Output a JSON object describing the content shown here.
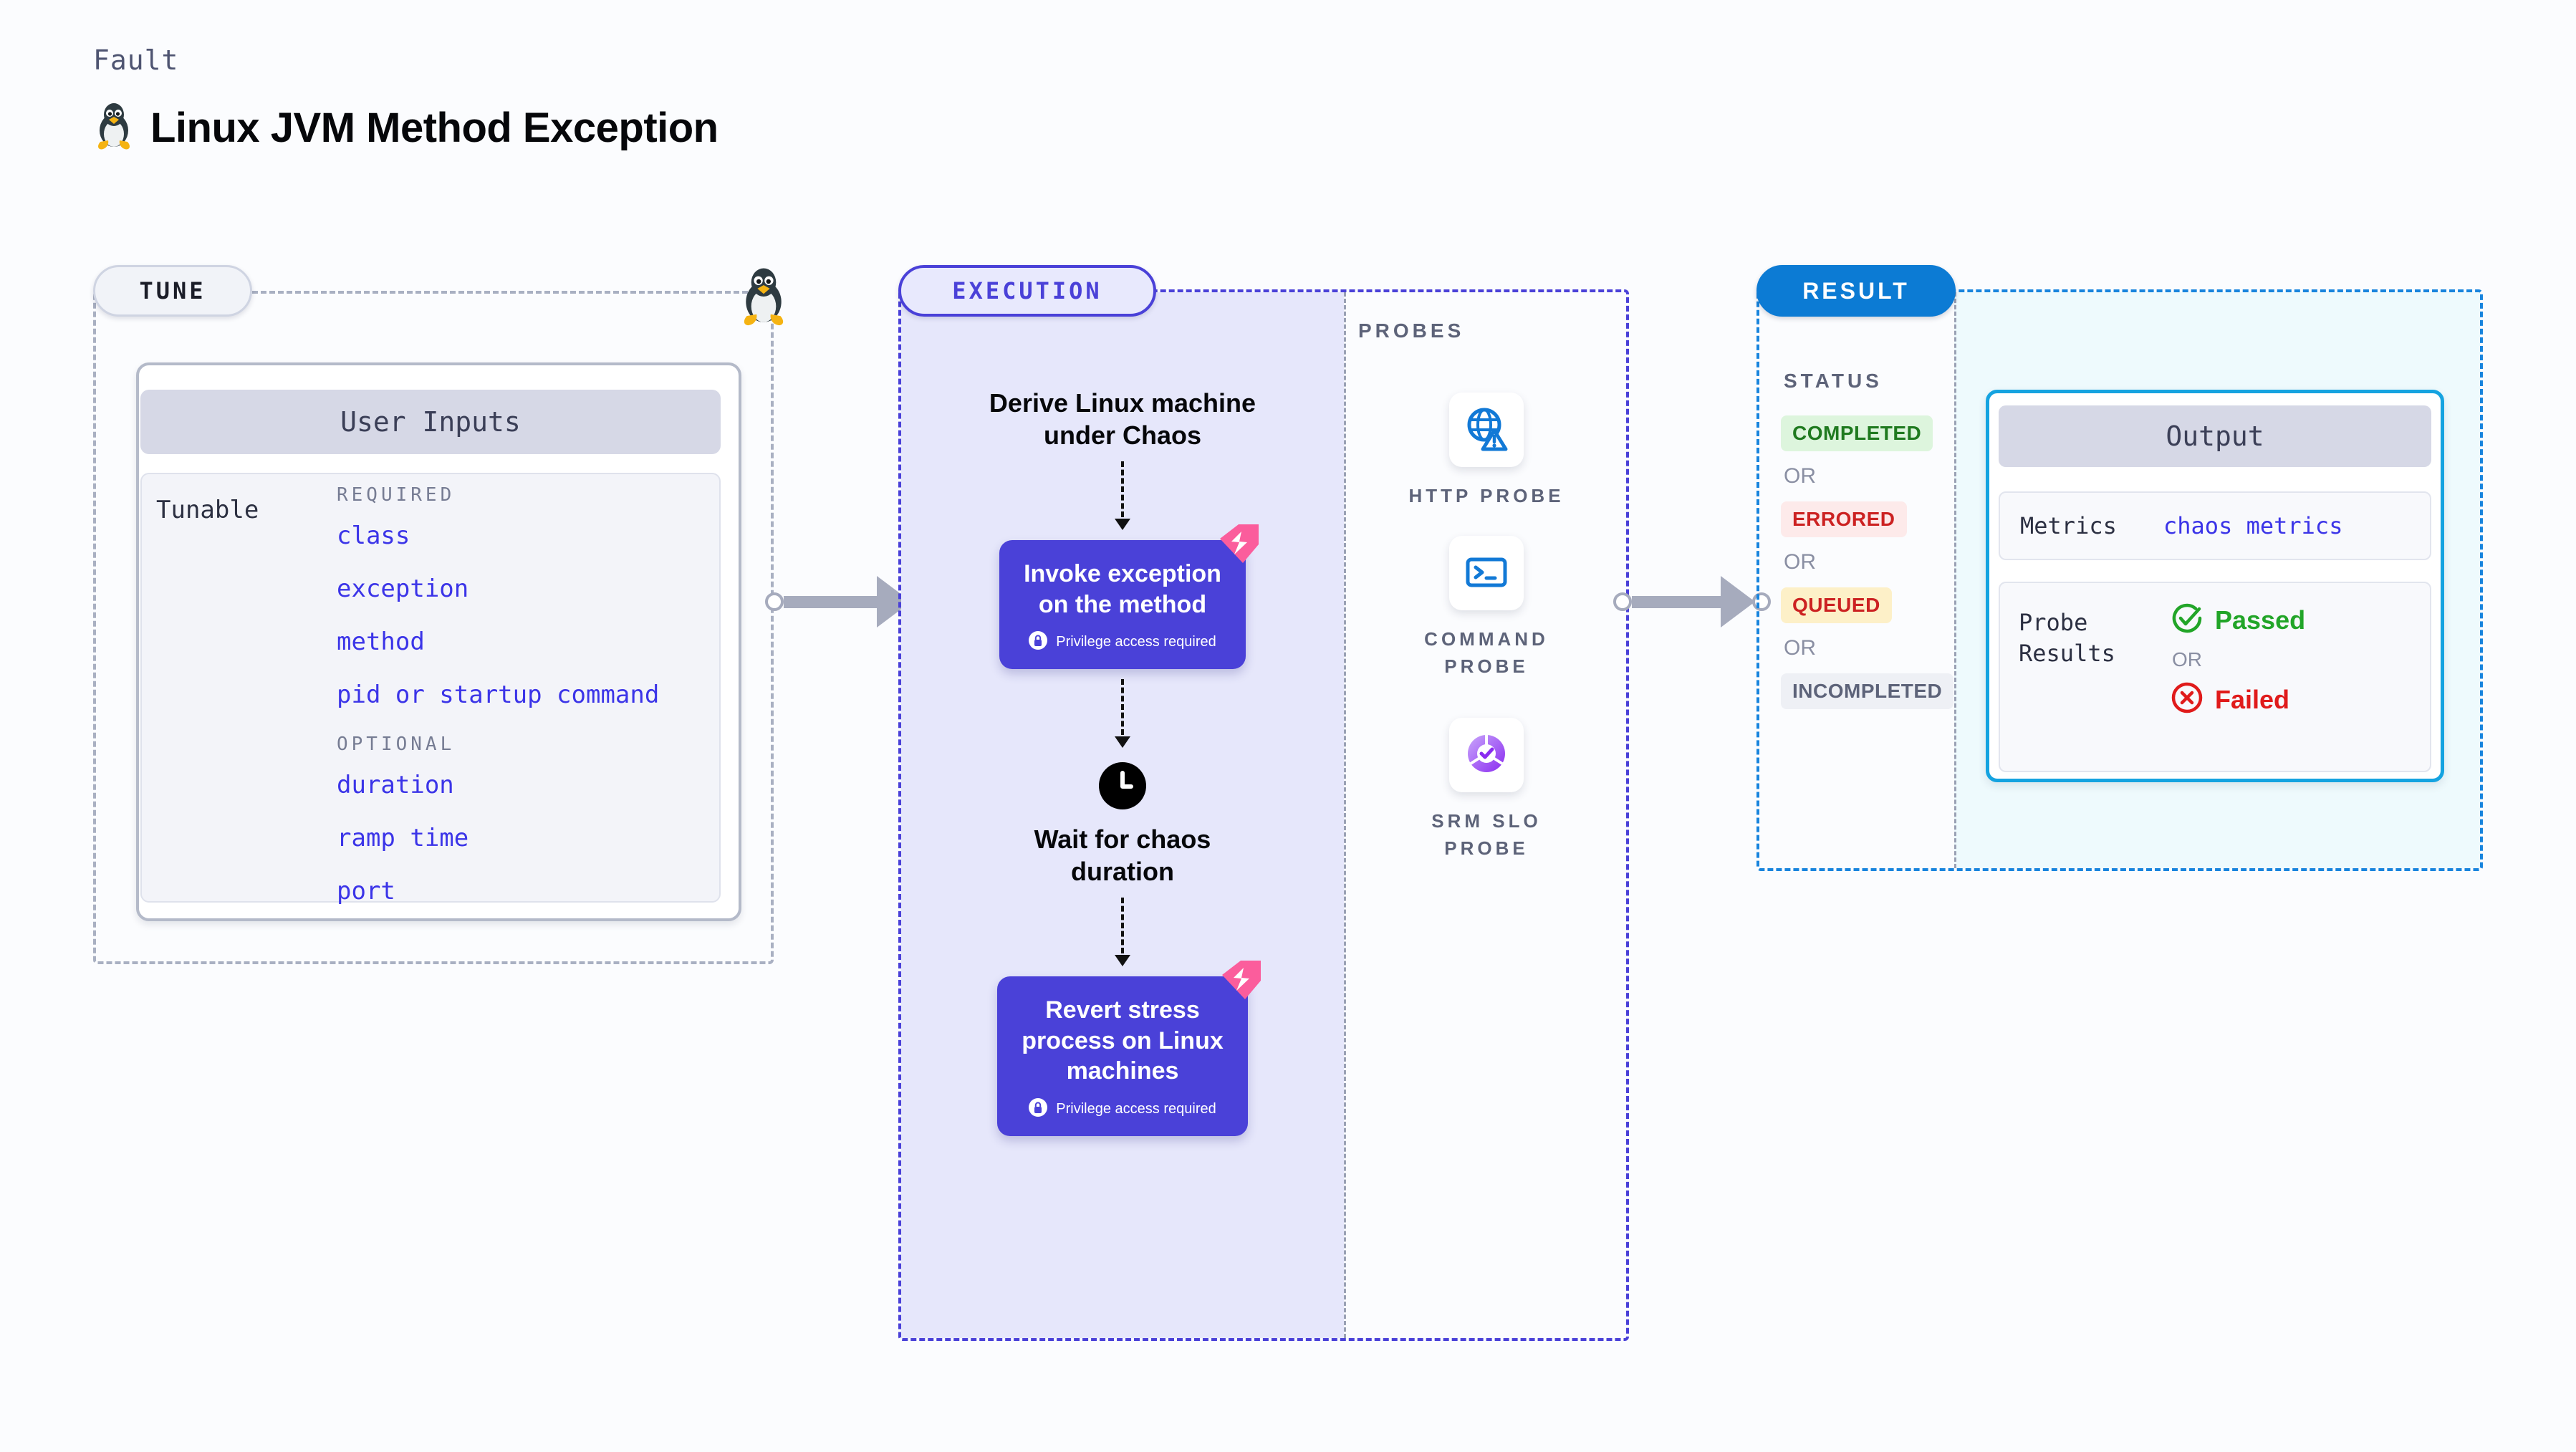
{
  "header": {
    "kicker": "Fault",
    "title": "Linux JVM Method Exception",
    "icon": "linux-tux-icon"
  },
  "tune": {
    "badge": "TUNE",
    "card_header": "User Inputs",
    "tunable_label": "Tunable",
    "groups": [
      {
        "heading": "REQUIRED",
        "items": [
          "class",
          "exception",
          "method",
          "pid or startup command"
        ]
      },
      {
        "heading": "OPTIONAL",
        "items": [
          "duration",
          "ramp time",
          "port"
        ]
      }
    ]
  },
  "execution": {
    "badge": "EXECUTION",
    "steps": [
      {
        "type": "text",
        "label": "Derive Linux machine\nunder Chaos"
      },
      {
        "type": "node",
        "label": "Invoke exception\non the method",
        "privilege": "Privilege access required"
      },
      {
        "type": "wait",
        "label": "Wait for chaos\nduration",
        "icon": "clock-icon"
      },
      {
        "type": "node",
        "label": "Revert stress\nprocess on Linux\nmachines",
        "privilege": "Privilege access required"
      }
    ]
  },
  "probes": {
    "label": "PROBES",
    "items": [
      {
        "name": "HTTP PROBE",
        "icon": "globe-warning-icon"
      },
      {
        "name": "COMMAND PROBE",
        "icon": "terminal-icon"
      },
      {
        "name": "SRM SLO PROBE",
        "icon": "slo-donut-check-icon"
      }
    ]
  },
  "result": {
    "badge": "RESULT",
    "status_label": "STATUS",
    "or_text": "OR",
    "statuses": [
      {
        "label": "COMPLETED",
        "bg": "#ddf5dd",
        "fg": "#1f7a1f"
      },
      {
        "label": "ERRORED",
        "bg": "#fdeaea",
        "fg": "#cc2222"
      },
      {
        "label": "QUEUED",
        "bg": "#fdf0c8",
        "fg": "#cc2222"
      },
      {
        "label": "INCOMPLETED",
        "bg": "#eef0f5",
        "fg": "#5d6379"
      }
    ],
    "output": {
      "header": "Output",
      "metrics_label": "Metrics",
      "metrics_value": "chaos metrics",
      "probe_results_label": "Probe\nResults",
      "passed": "Passed",
      "failed": "Failed",
      "or_text": "OR"
    }
  },
  "colors": {
    "execution_accent": "#4a41d8",
    "execution_fill": "#e6e7fb",
    "result_accent": "#1884dd",
    "output_accent": "#15a3e0",
    "tunable_text": "#3b34e8",
    "ribbon": "#fb5d9c"
  }
}
